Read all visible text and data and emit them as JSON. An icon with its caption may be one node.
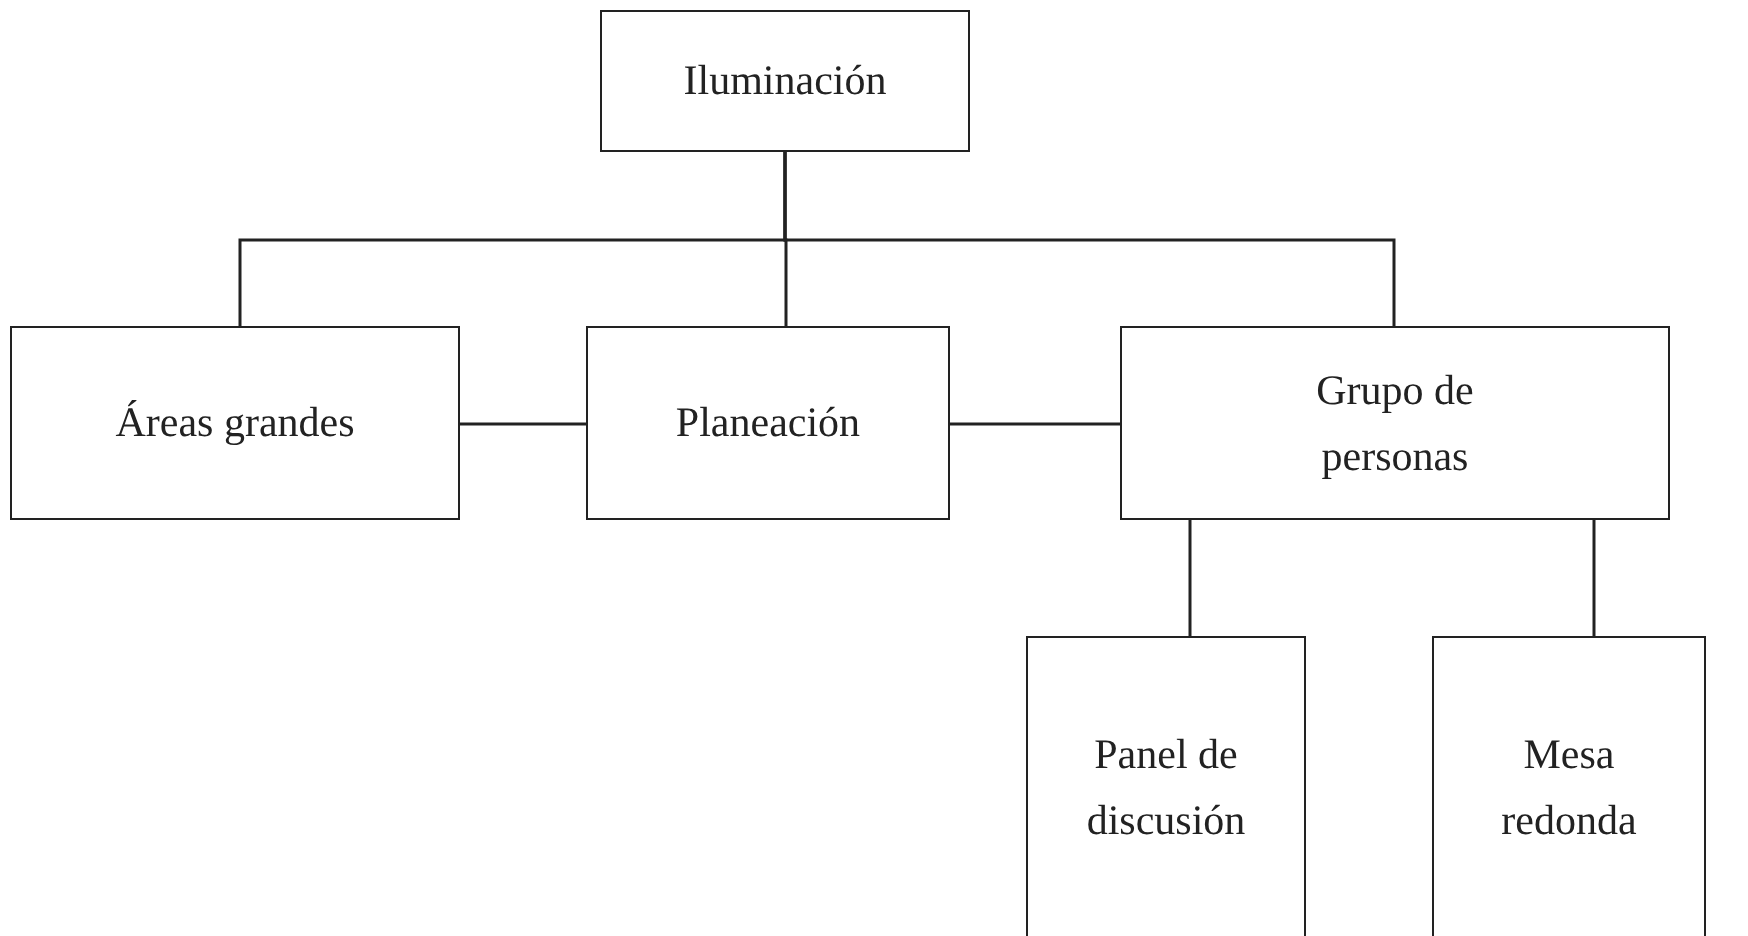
{
  "diagram": {
    "nodes": [
      {
        "text": [
          "Iluminación"
        ]
      },
      {
        "text": [
          "Áreas grandes"
        ]
      },
      {
        "text": [
          "Planeación"
        ]
      },
      {
        "text": [
          "Grupo de personas"
        ]
      },
      {
        "text": [
          "Panel de discusión"
        ]
      },
      {
        "text": [
          "Mesa redonda"
        ]
      }
    ],
    "edges": [
      {
        "from": 0,
        "to": 1,
        "arrow": "none"
      },
      {
        "from": 0,
        "to": 2,
        "arrow": "none"
      },
      {
        "from": 0,
        "to": 3,
        "arrow": "none"
      },
      {
        "from": 1,
        "to": 2,
        "arrow": "none"
      },
      {
        "from": 2,
        "to": 3,
        "arrow": "none"
      },
      {
        "from": 3,
        "to": 4,
        "arrow": "none"
      },
      {
        "from": 3,
        "to": 5,
        "arrow": "none"
      }
    ]
  }
}
